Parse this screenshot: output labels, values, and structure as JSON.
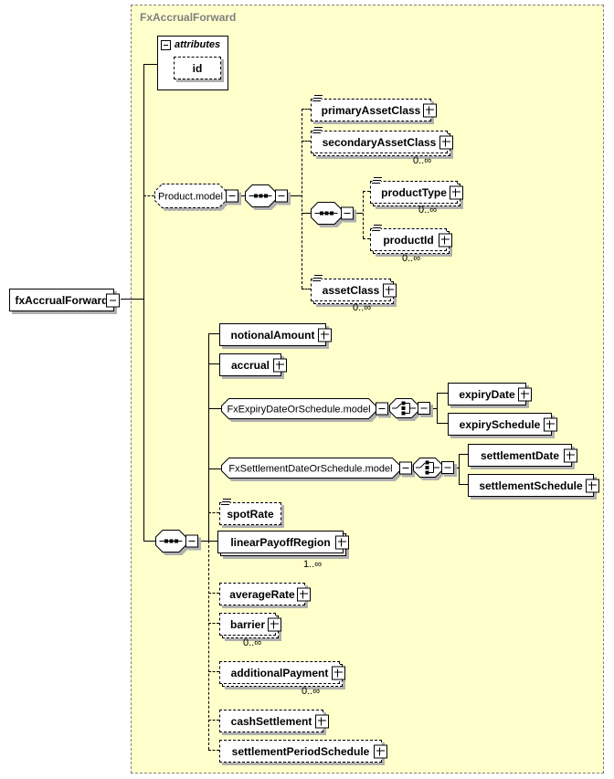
{
  "frame": {
    "label": "FxAccrualForward"
  },
  "root": {
    "label": "fxAccrualForward"
  },
  "attributes_group": {
    "header": "attributes",
    "items": [
      {
        "label": "id"
      }
    ]
  },
  "groups": {
    "productModel": {
      "label": "Product.model"
    },
    "fxExpiryModel": {
      "label": "FxExpiryDateOrSchedule.model"
    },
    "fxSettlementModel": {
      "label": "FxSettlementDateOrSchedule.model"
    }
  },
  "elements": {
    "primaryAssetClass": {
      "label": "primaryAssetClass"
    },
    "secondaryAssetClass": {
      "label": "secondaryAssetClass",
      "occurs": "0..∞"
    },
    "productType": {
      "label": "productType",
      "occurs": "0..∞"
    },
    "productId": {
      "label": "productId",
      "occurs": "0..∞"
    },
    "assetClass": {
      "label": "assetClass",
      "occurs": "0..∞"
    },
    "notionalAmount": {
      "label": "notionalAmount"
    },
    "accrual": {
      "label": "accrual"
    },
    "expiryDate": {
      "label": "expiryDate"
    },
    "expirySchedule": {
      "label": "expirySchedule"
    },
    "settlementDate": {
      "label": "settlementDate"
    },
    "settlementSchedule": {
      "label": "settlementSchedule"
    },
    "spotRate": {
      "label": "spotRate"
    },
    "linearPayoffRegion": {
      "label": "linearPayoffRegion",
      "occurs": "1..∞"
    },
    "averageRate": {
      "label": "averageRate"
    },
    "barrier": {
      "label": "barrier",
      "occurs": "0..∞"
    },
    "additionalPayment": {
      "label": "additionalPayment",
      "occurs": "0..∞"
    },
    "cashSettlement": {
      "label": "cashSettlement"
    },
    "settlementPeriodSchedule": {
      "label": "settlementPeriodSchedule"
    }
  },
  "colors": {
    "diagram_background": "#ffffcc",
    "frame_border": "#808080",
    "frame_label_text": "#808080",
    "node_background": "#ffffff",
    "node_border": "#000000",
    "node_shadow": "#b0b0b0"
  }
}
